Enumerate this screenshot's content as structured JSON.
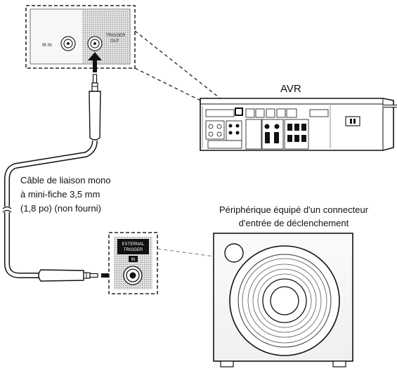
{
  "labels": {
    "avr": "AVR",
    "cable_line1": "Câble de liaison mono",
    "cable_line2": "à mini-fiche 3,5 mm",
    "cable_line3": "(1,8 po) (non fourni)",
    "device_line1": "Périphérique équipé d'un connecteur",
    "device_line2": "d'entrée de déclenchement"
  },
  "panel": {
    "ir_in": "IR IN",
    "trigger_out_line1": "TRIGGER",
    "trigger_out_line2": "OUT"
  },
  "trigger_in": {
    "line1": "EXTERNAL",
    "line2": "TRIGGER",
    "line3": "IN"
  }
}
